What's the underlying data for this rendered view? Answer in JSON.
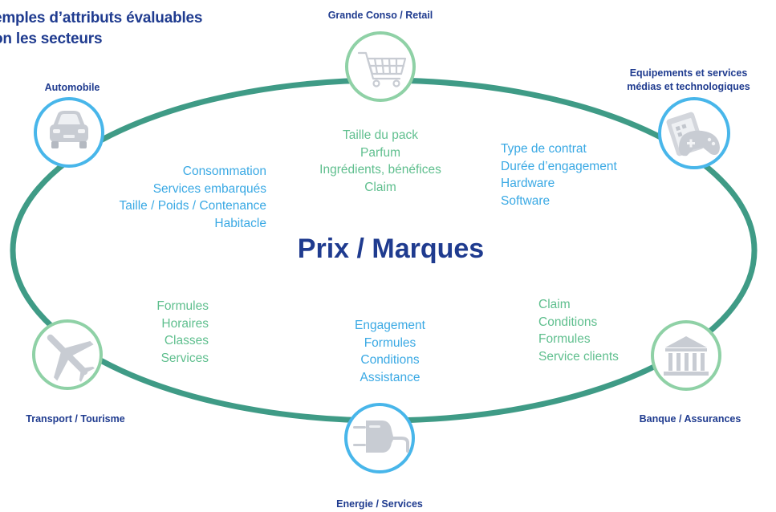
{
  "title": [
    "emples d’attributs évaluables",
    "on les secteurs"
  ],
  "center_label": "Prix / Marques",
  "sectors": {
    "retail": {
      "label": "Grande Conso / Retail",
      "icon": "shopping-cart-icon",
      "ring_color": "#8fd1a6",
      "attributes_color": "#5fbf8e",
      "attributes": [
        "Taille du pack",
        "Parfum",
        "Ingrédients, bénéfices",
        "Claim"
      ]
    },
    "tech": {
      "label_lines": [
        "Equipements et services",
        "médias et technologiques"
      ],
      "icon": "gamepad-tablet-icon",
      "ring_color": "#48b6ea",
      "attributes_color": "#3aa9e4",
      "attributes": [
        "Type de contrat",
        "Durée d’engagement",
        "Hardware",
        "Software"
      ]
    },
    "automobile": {
      "label": "Automobile",
      "icon": "car-icon",
      "ring_color": "#48b6ea",
      "attributes_color": "#3aa9e4",
      "attributes": [
        "Consommation",
        "Services embarqués",
        "Taille / Poids / Contenance",
        "Habitacle"
      ]
    },
    "transport": {
      "label": "Transport / Tourisme",
      "icon": "airplane-icon",
      "ring_color": "#8fd1a6",
      "attributes_color": "#5fbf8e",
      "attributes": [
        "Formules",
        "Horaires",
        "Classes",
        "Services"
      ]
    },
    "energy": {
      "label": "Energie / Services",
      "icon": "power-plug-icon",
      "ring_color": "#48b6ea",
      "attributes_color": "#3aa9e4",
      "attributes": [
        "Engagement",
        "Formules",
        "Conditions",
        "Assistance"
      ]
    },
    "bank": {
      "label": "Banque / Assurances",
      "icon": "bank-building-icon",
      "ring_color": "#8fd1a6",
      "attributes_color": "#5fbf8e",
      "attributes": [
        "Claim",
        "Conditions",
        "Formules",
        "Service clients"
      ]
    }
  },
  "colors": {
    "ellipse": "#3f9b86",
    "title": "#1f3b8f",
    "icon_gray": "#c8ccd3"
  }
}
